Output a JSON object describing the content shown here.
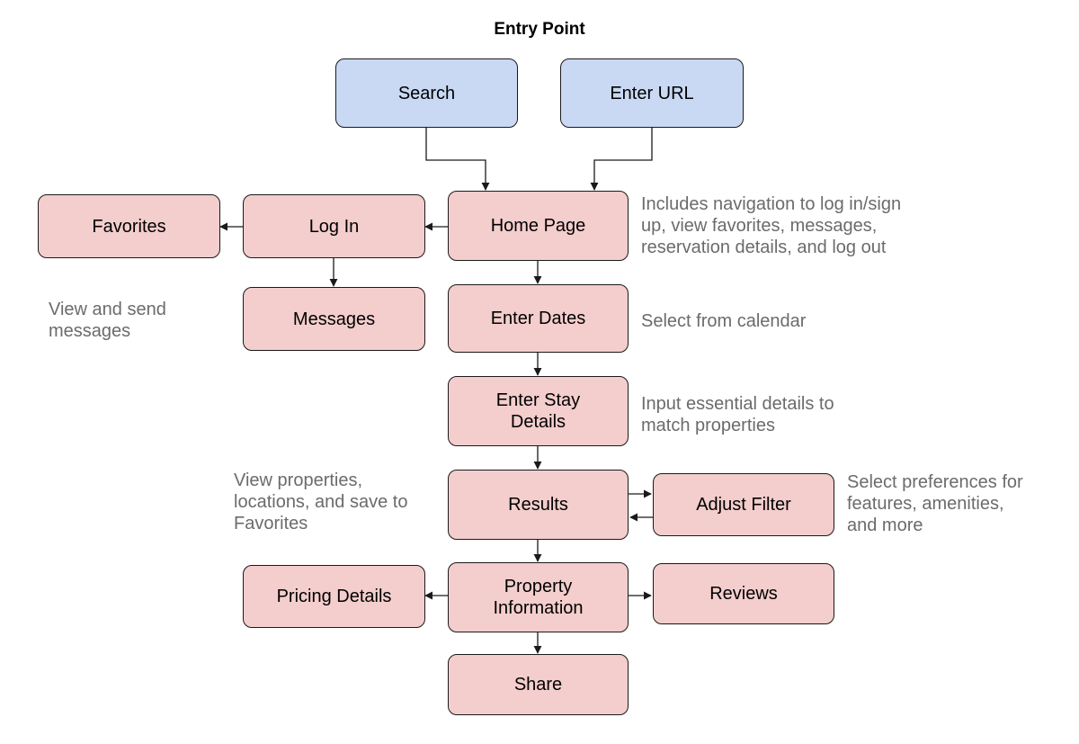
{
  "diagram": {
    "title": "Entry Point",
    "nodes": {
      "search": "Search",
      "enter_url": "Enter URL",
      "home_page": "Home Page",
      "log_in": "Log In",
      "favorites": "Favorites",
      "messages": "Messages",
      "enter_dates": "Enter Dates",
      "enter_stay_details": "Enter Stay\nDetails",
      "results": "Results",
      "adjust_filter": "Adjust Filter",
      "property_information": "Property\nInformation",
      "pricing_details": "Pricing Details",
      "reviews": "Reviews",
      "share": "Share"
    },
    "notes": {
      "home_page": "Includes navigation to log in/sign\nup, view favorites, messages,\nreservation details, and log out",
      "messages": "View and send\nmessages",
      "enter_dates": "Select from calendar",
      "enter_stay_details": "Input essential details to\nmatch properties",
      "results": "View properties,\nlocations, and save to\nFavorites",
      "adjust_filter": "Select preferences for\nfeatures, amenities,\nand more"
    },
    "colors": {
      "entry_fill": "#c9d9f4",
      "step_fill": "#f4cdcd",
      "note_text": "#6b6b6b",
      "stroke": "#1a1a1a"
    }
  }
}
